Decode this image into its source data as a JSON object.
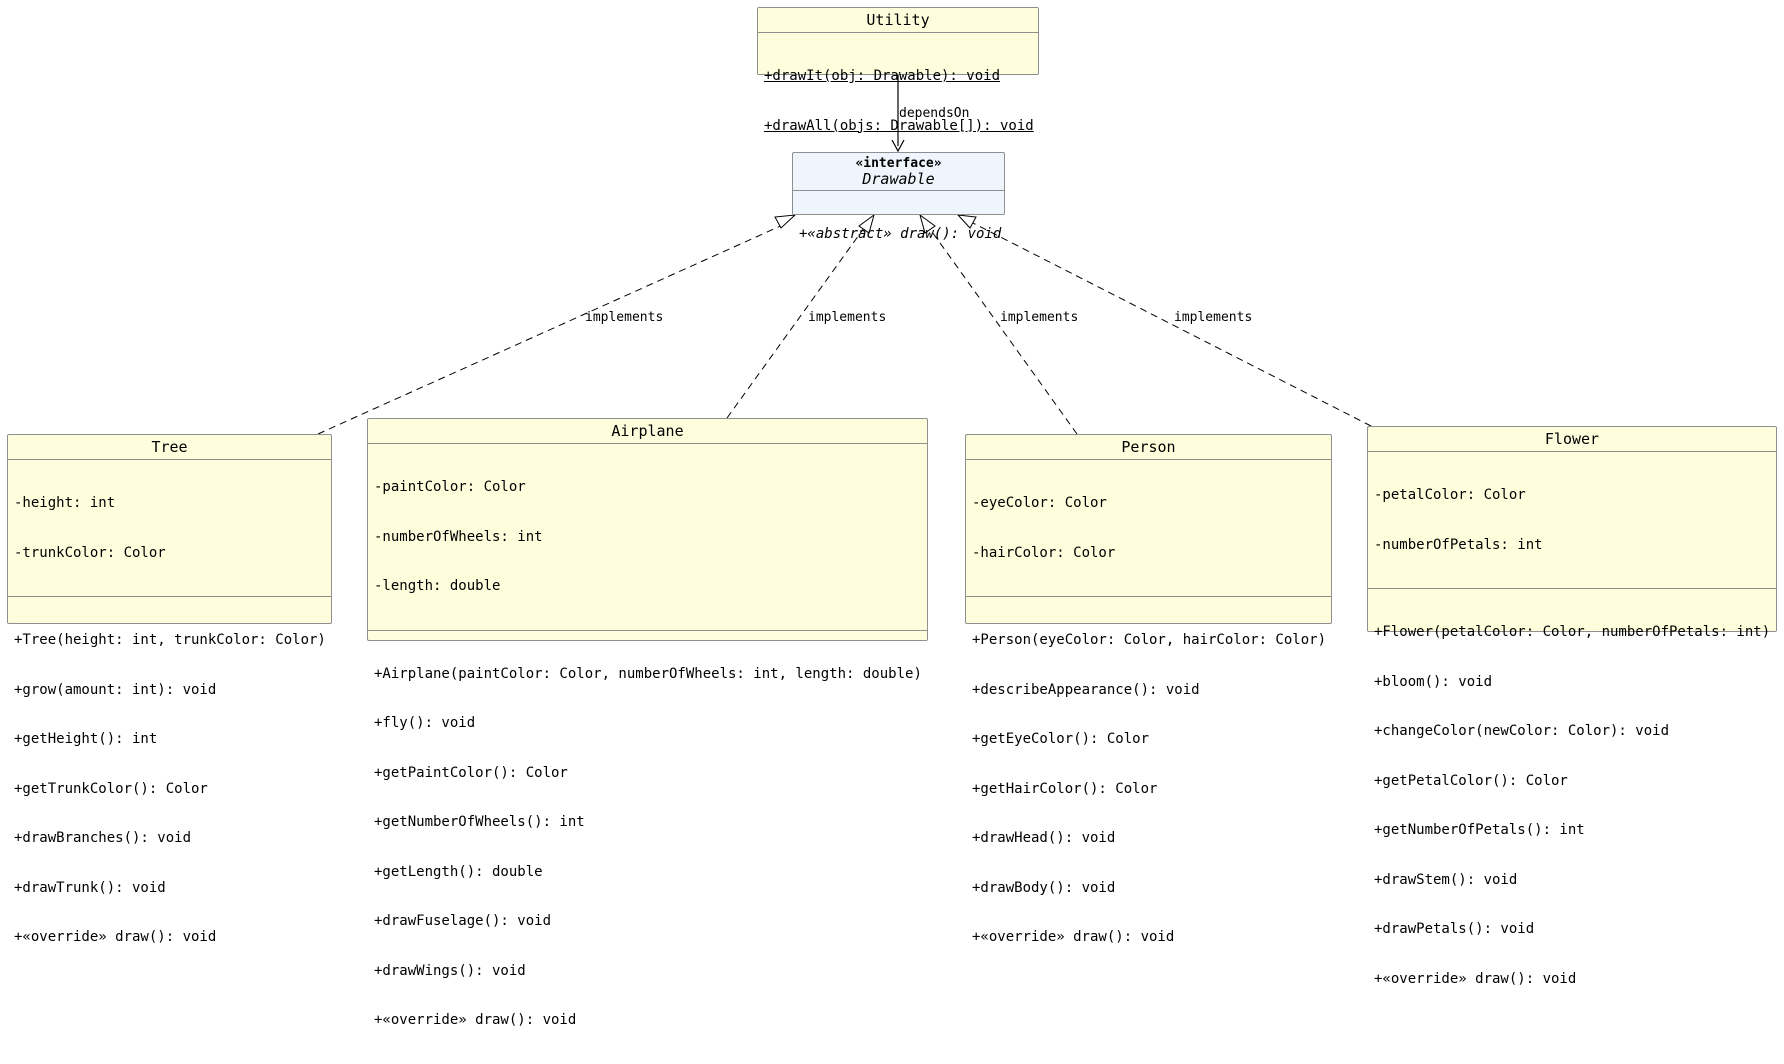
{
  "diagram": {
    "utility": {
      "name": "Utility",
      "methods": [
        {
          "text": "+drawIt(obj: Drawable): void",
          "static": true
        },
        {
          "text": "+drawAll(objs: Drawable[]): void",
          "static": true
        }
      ]
    },
    "drawable": {
      "stereotype": "«interface»",
      "name": "Drawable",
      "methods": [
        {
          "text": "+«abstract» draw(): void",
          "abstract": true
        }
      ]
    },
    "tree": {
      "name": "Tree",
      "fields": [
        "-height: int",
        "-trunkColor: Color"
      ],
      "methods": [
        "+Tree(height: int, trunkColor: Color)",
        "+grow(amount: int): void",
        "+getHeight(): int",
        "+getTrunkColor(): Color",
        "+drawBranches(): void",
        "+drawTrunk(): void",
        "+«override» draw(): void"
      ]
    },
    "airplane": {
      "name": "Airplane",
      "fields": [
        "-paintColor: Color",
        "-numberOfWheels: int",
        "-length: double"
      ],
      "methods": [
        "+Airplane(paintColor: Color, numberOfWheels: int, length: double)",
        "+fly(): void",
        "+getPaintColor(): Color",
        "+getNumberOfWheels(): int",
        "+getLength(): double",
        "+drawFuselage(): void",
        "+drawWings(): void",
        "+«override» draw(): void"
      ]
    },
    "person": {
      "name": "Person",
      "fields": [
        "-eyeColor: Color",
        "-hairColor: Color"
      ],
      "methods": [
        "+Person(eyeColor: Color, hairColor: Color)",
        "+describeAppearance(): void",
        "+getEyeColor(): Color",
        "+getHairColor(): Color",
        "+drawHead(): void",
        "+drawBody(): void",
        "+«override» draw(): void"
      ]
    },
    "flower": {
      "name": "Flower",
      "fields": [
        "-petalColor: Color",
        "-numberOfPetals: int"
      ],
      "methods": [
        "+Flower(petalColor: Color, numberOfPetals: int)",
        "+bloom(): void",
        "+changeColor(newColor: Color): void",
        "+getPetalColor(): Color",
        "+getNumberOfPetals(): int",
        "+drawStem(): void",
        "+drawPetals(): void",
        "+«override» draw(): void"
      ]
    },
    "relations": {
      "depends_label": "dependsOn",
      "implements_label": "implements"
    }
  },
  "colors": {
    "class_fill": "#fefedd",
    "interface_fill": "#eef5fd",
    "border": "#8f8f8f",
    "line": "#000000"
  }
}
